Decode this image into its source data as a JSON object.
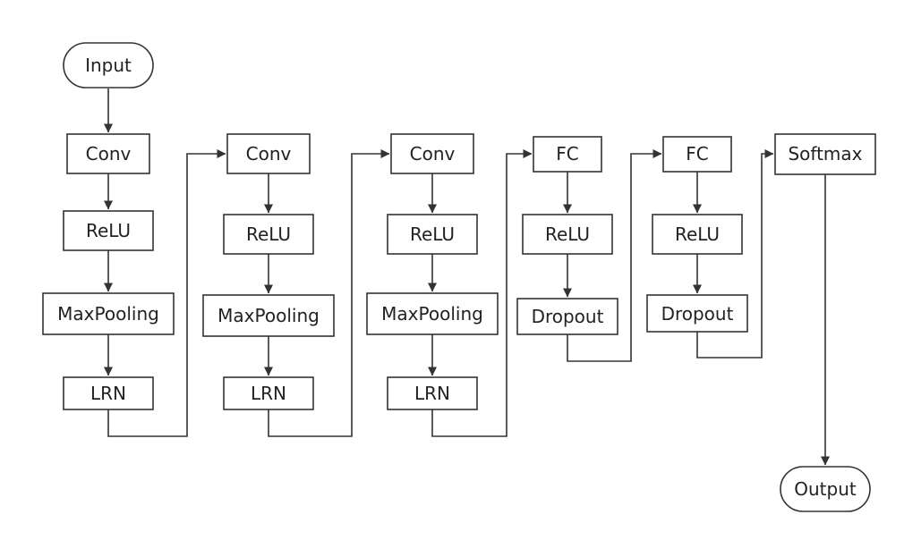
{
  "colors": {
    "stroke": "#333333",
    "text": "#222222",
    "background": "#ffffff"
  },
  "nodes": {
    "input": "Input",
    "output": "Output",
    "col1": [
      "Conv",
      "ReLU",
      "MaxPooling",
      "LRN"
    ],
    "col2": [
      "Conv",
      "ReLU",
      "MaxPooling",
      "LRN"
    ],
    "col3": [
      "Conv",
      "ReLU",
      "MaxPooling",
      "LRN"
    ],
    "col4": [
      "FC",
      "ReLU",
      "Dropout"
    ],
    "col5": [
      "FC",
      "ReLU",
      "Dropout"
    ],
    "col6": [
      "Softmax"
    ]
  }
}
